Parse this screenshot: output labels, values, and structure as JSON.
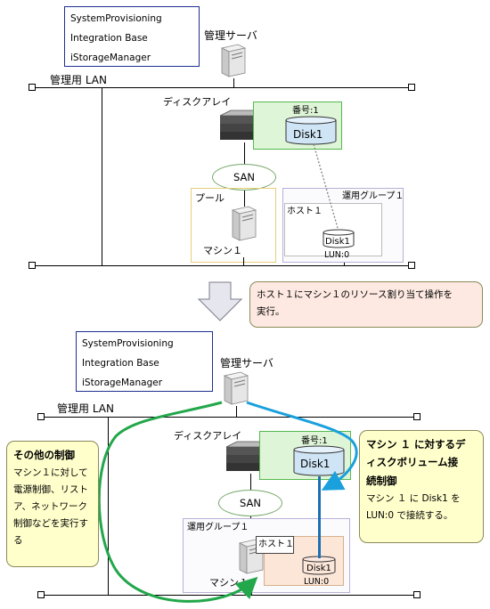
{
  "top": {
    "software": [
      "SystemProvisioning",
      "Integration Base",
      "iStorageManager"
    ],
    "mgmt_server": "管理サーバ",
    "lan": "管理用 LAN",
    "disk_array": "ディスクアレイ",
    "number": "番号:1",
    "disk": "Disk1",
    "san": "SAN",
    "pool": "プール",
    "machine": "マシン１",
    "ops_group": "運用グループ１",
    "host": "ホスト１",
    "small_disk": "Disk1",
    "lun": "LUN:0"
  },
  "step_note": "ホスト１にマシン１のリソース割り当て操作を実行。",
  "step_note_lines": [
    "ホスト１にマシン１のリソース割り当て操作を",
    "実行。"
  ],
  "bottom": {
    "software": [
      "SystemProvisioning",
      "Integration Base",
      "iStorageManager"
    ],
    "mgmt_server": "管理サーバ",
    "lan": "管理用 LAN",
    "disk_array": "ディスクアレイ",
    "number": "番号:1",
    "disk": "Disk1",
    "san": "SAN",
    "ops_group": "運用グループ１",
    "host": "ホスト１",
    "machine": "マシン１",
    "small_disk": "Disk1",
    "lun": "LUN:0"
  },
  "other_control": {
    "title": "その他の制御",
    "lines": [
      "マシン１に対して",
      "電源制御、リスト",
      "ア、ネットワーク",
      "制御などを実行す",
      "る"
    ]
  },
  "disk_connect": {
    "title_lines": [
      "マシン １ に対するデ",
      "ィスクボリューム接",
      "続制御"
    ],
    "lines": [
      "マシン １ に Disk1 を",
      "LUN:0 で接続する。"
    ]
  },
  "colors": {
    "green_box": "#dff5d8",
    "disk_fill": "#cfe5f5",
    "callout_yellow": "#ffffcc",
    "callout_pink": "#fde9e1",
    "arrow_blue": "#1aa0dc",
    "arrow_green": "#22a74a",
    "connect_blue": "#1c6fb3"
  },
  "icons": [
    "server-icon",
    "disk-array-icon",
    "disk-icon",
    "down-arrow-icon"
  ]
}
